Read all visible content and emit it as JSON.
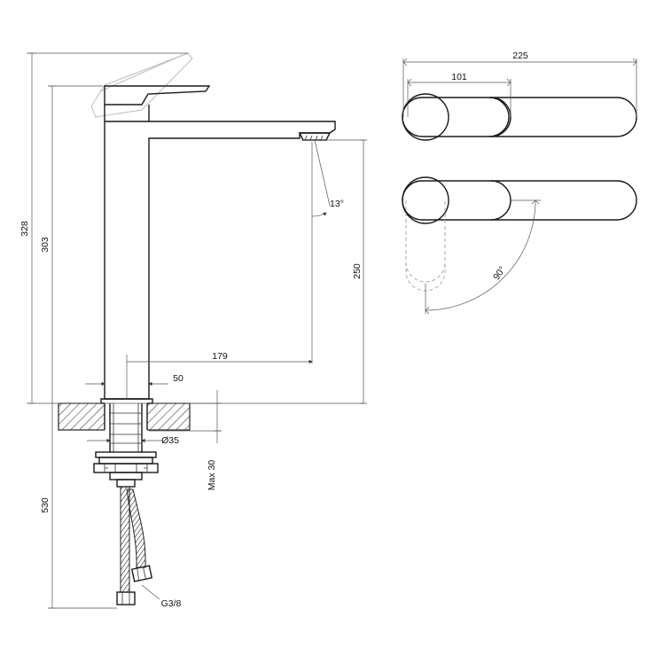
{
  "dimensions": {
    "overall_height": "328",
    "spout_height": "303",
    "outlet_height": "250",
    "spout_reach": "179",
    "base_diameter": "50",
    "hole_diameter": "Ø35",
    "max_counter_thickness": "Max 30",
    "hose_length": "530",
    "thread": "G3/8",
    "spray_angle": "13°",
    "plan_total_length": "225",
    "plan_handle_length": "101",
    "lever_rotation": "90°"
  }
}
